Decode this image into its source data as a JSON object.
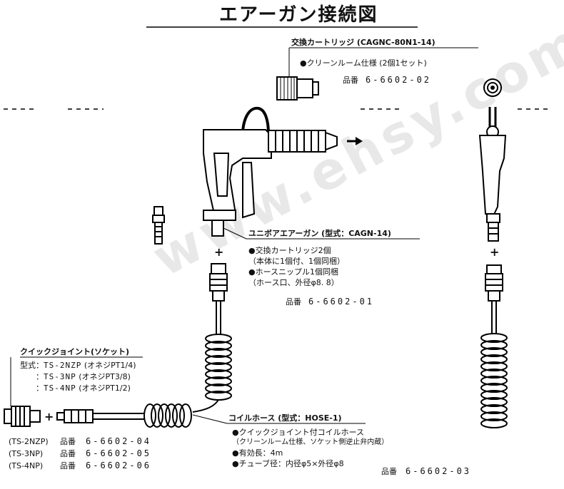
{
  "title": "エアーガン接続図",
  "watermark": "www.ehsy.com",
  "cartridge": {
    "label": "交換カートリッジ (CAGNC-80N1-14)",
    "note": "●クリーンルーム仕様 (2個1セット)",
    "part_label": "品番",
    "part_no": "6-6602-02"
  },
  "gun": {
    "label": "ユニボアエアーガン (型式：CAGN-14)",
    "notes": [
      "●交換カートリッジ2個",
      "（本体に1個付、1個同梱）",
      "●ホースニップル1個同梱",
      "（ホース口、外径φ8. 8）"
    ],
    "part_label": "品番",
    "part_no": "6-6602-01"
  },
  "plus": "+",
  "socket": {
    "label": "クイックジョイント(ソケット)",
    "types": [
      {
        "prefix": "型式：",
        "model": "TS-2NZP",
        "note": "(オネジPT1/4)"
      },
      {
        "prefix": "：",
        "model": "TS-3NP",
        "note": "(オネジPT3/8)"
      },
      {
        "prefix": "：",
        "model": "TS-4NP",
        "note": "(オネジPT1/2)"
      }
    ],
    "parts": [
      {
        "model": "(TS-2NZP)",
        "label": "品番",
        "no": "6-6602-04"
      },
      {
        "model": "(TS-3NP)",
        "label": "品番",
        "no": "6-6602-05"
      },
      {
        "model": "(TS-4NP)",
        "label": "品番",
        "no": "6-6602-06"
      }
    ]
  },
  "hose": {
    "label": "コイルホース (型式：HOSE-1)",
    "notes": [
      "●クイックジョイント付コイルホース",
      "（クリーンルーム仕様、ソケット側逆止弁内蔵）",
      "●有効長：4m",
      "●チューブ径：内径φ5×外径φ8"
    ],
    "part_label": "品番",
    "part_no": "6-6602-03"
  }
}
